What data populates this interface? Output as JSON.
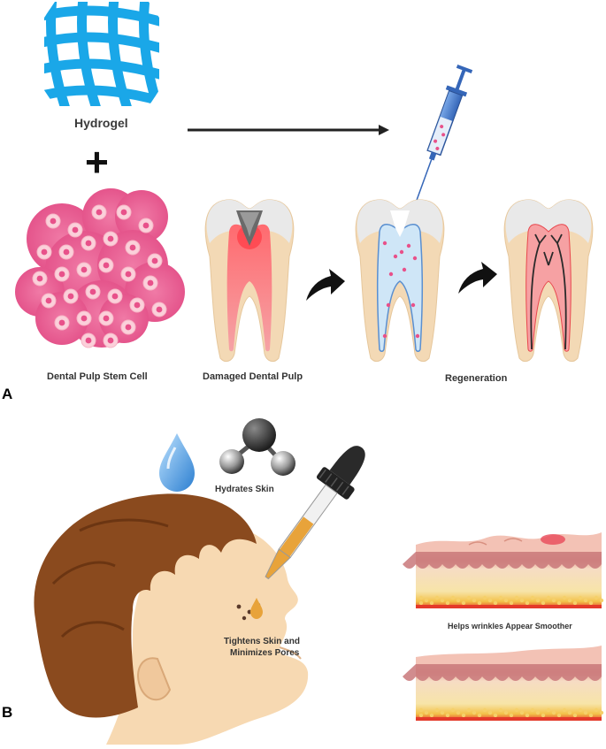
{
  "panels": {
    "a": {
      "letter": "A",
      "labels": {
        "hydrogel": "Hydrogel",
        "plus": "+",
        "stem_cell": "Dental Pulp Stem Cell",
        "damaged_pulp": "Damaged Dental Pulp",
        "regeneration": "Regeneration"
      }
    },
    "b": {
      "letter": "B",
      "labels": {
        "hydrates": "Hydrates Skin",
        "tightens_line1": "Tightens Skin and",
        "tightens_line2": "Minimizes Pores",
        "wrinkles": "Helps wrinkles Appear Smoother"
      }
    }
  },
  "colors": {
    "hydrogel_blue": "#1aa7e8",
    "cell_pink": "#e8518a",
    "pulp_red": "#e8474d",
    "dentin": "#f3d9b5",
    "enamel": "#e6e6e6",
    "hair": "#8a4a1e",
    "skin": "#f7d9b2",
    "water_blue": "#3d8fd6"
  }
}
